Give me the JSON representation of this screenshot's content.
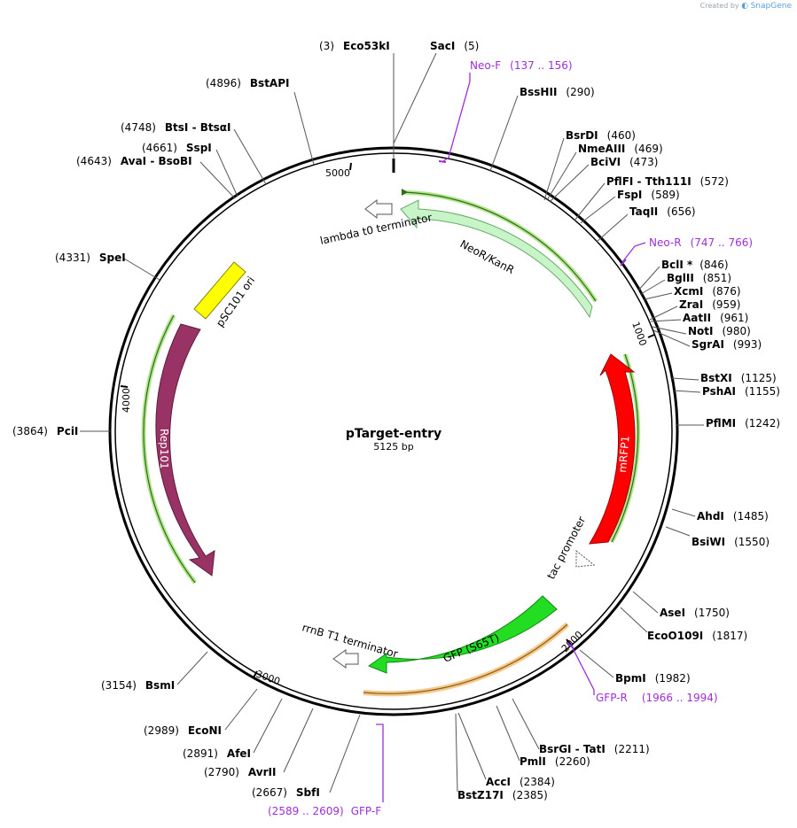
{
  "credit": {
    "prefix": "Created by",
    "brand": "SnapGene"
  },
  "plasmid": {
    "name": "pTarget-entry",
    "length": "5125 bp"
  },
  "ticks": [
    "5000",
    "1000",
    "2000",
    "3000",
    "4000"
  ],
  "features": {
    "neo": "NeoR/KanR",
    "lambda": "lambda t0 terminator",
    "psc101": "pSC101 ori",
    "rep101": "Rep101",
    "mrfp1": "mRFP1",
    "tac": "tac promoter",
    "gfp": "GFP (S65T)",
    "rrnb": "rrnB T1 terminator"
  },
  "sites": [
    {
      "pos": "(3)",
      "name": "Eco53kI"
    },
    {
      "name": "SacI",
      "pos": "(5)"
    },
    {
      "name": "BssHII",
      "pos": "(290)"
    },
    {
      "name": "BsrDI",
      "pos": "(460)"
    },
    {
      "name": "NmeAIII",
      "pos": "(469)"
    },
    {
      "name": "BciVI",
      "pos": "(473)"
    },
    {
      "name": "PflFI  - Tth111I",
      "pos": "(572)"
    },
    {
      "name": "FspI",
      "pos": "(589)"
    },
    {
      "name": "TaqII",
      "pos": "(656)"
    },
    {
      "name": "BclI *",
      "pos": "(846)"
    },
    {
      "name": "BglII",
      "pos": "(851)"
    },
    {
      "name": "XcmI",
      "pos": "(876)"
    },
    {
      "name": "ZraI",
      "pos": "(959)"
    },
    {
      "name": "AatII",
      "pos": "(961)"
    },
    {
      "name": "NotI",
      "pos": "(980)"
    },
    {
      "name": "SgrAI",
      "pos": "(993)"
    },
    {
      "name": "BstXI",
      "pos": "(1125)"
    },
    {
      "name": "PshAI",
      "pos": "(1155)"
    },
    {
      "name": "PflMI",
      "pos": "(1242)"
    },
    {
      "name": "AhdI",
      "pos": "(1485)"
    },
    {
      "name": "BsiWI",
      "pos": "(1550)"
    },
    {
      "name": "AseI",
      "pos": "(1750)"
    },
    {
      "name": "EcoO109I",
      "pos": "(1817)"
    },
    {
      "name": "BpmI",
      "pos": "(1982)"
    },
    {
      "name": "BsrGI  - TatI",
      "pos": "(2211)"
    },
    {
      "name": "PmlI",
      "pos": "(2260)"
    },
    {
      "name": "AccI",
      "pos": "(2384)"
    },
    {
      "name": "BstZ17I",
      "pos": "(2385)"
    },
    {
      "pos": "(2667)",
      "name": "SbfI"
    },
    {
      "pos": "(2790)",
      "name": "AvrII"
    },
    {
      "pos": "(2891)",
      "name": "AfeI"
    },
    {
      "pos": "(2989)",
      "name": "EcoNI"
    },
    {
      "pos": "(3154)",
      "name": "BsmI"
    },
    {
      "pos": "(3864)",
      "name": "PciI"
    },
    {
      "pos": "(4331)",
      "name": "SpeI"
    },
    {
      "pos": "(4643)",
      "name": "AvaI  - BsoBI"
    },
    {
      "pos": "(4661)",
      "name": "SspI"
    },
    {
      "pos": "(4748)",
      "name": "BtsI  - BtsαI"
    },
    {
      "pos": "(4896)",
      "name": "BstAPI"
    }
  ],
  "primers": {
    "neo_f": "Neo-F",
    "neo_f_range": "(137 .. 156)",
    "neo_r": "Neo-R",
    "neo_r_range": "(747 .. 766)",
    "gfp_r": "GFP-R",
    "gfp_r_range": "(1966 .. 1994)",
    "gfp_f": "GFP-F",
    "gfp_f_range": "(2589 .. 2609)"
  },
  "colors": {
    "neo": "#c8f5c8",
    "mrfp1": "#ff0000",
    "gfp": "#22dd22",
    "rep101": "#993366",
    "psc101": "#ffff00",
    "primer": "#9b30d9",
    "orf_green": "#b3e68c",
    "orf_orange": "#f5c98a"
  }
}
